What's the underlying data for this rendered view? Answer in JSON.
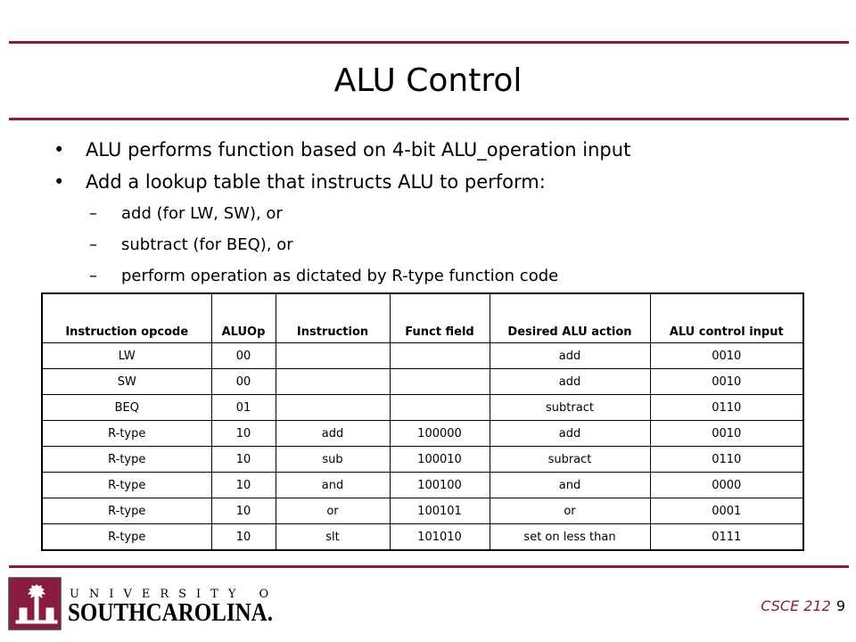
{
  "slide": {
    "title": "ALU Control",
    "bullets": [
      "ALU performs function based on 4-bit ALU_operation input",
      "Add a lookup table that instructs ALU to perform:"
    ],
    "sub_bullets": [
      "add (for LW, SW), or",
      "subtract (for BEQ), or",
      "perform operation as dictated by R-type function code"
    ]
  },
  "table": {
    "headers": [
      "Instruction opcode",
      "ALUOp",
      "Instruction",
      "Funct field",
      "Desired ALU action",
      "ALU control input"
    ],
    "rows": [
      [
        "LW",
        "00",
        "",
        "",
        "add",
        "0010"
      ],
      [
        "SW",
        "00",
        "",
        "",
        "add",
        "0010"
      ],
      [
        "BEQ",
        "01",
        "",
        "",
        "subtract",
        "0110"
      ],
      [
        "R-type",
        "10",
        "add",
        "100000",
        "add",
        "0010"
      ],
      [
        "R-type",
        "10",
        "sub",
        "100010",
        "subract",
        "0110"
      ],
      [
        "R-type",
        "10",
        "and",
        "100100",
        "and",
        "0000"
      ],
      [
        "R-type",
        "10",
        "or",
        "100101",
        "or",
        "0001"
      ],
      [
        "R-type",
        "10",
        "slt",
        "101010",
        "set on less than",
        "0111"
      ]
    ]
  },
  "footer": {
    "logo_top": "UNIVERSITY OF",
    "logo_bottom": "SOUTHCAROLINA.",
    "course": "CSCE 212",
    "page": "9"
  },
  "colors": {
    "accent": "#8a1d3f"
  }
}
